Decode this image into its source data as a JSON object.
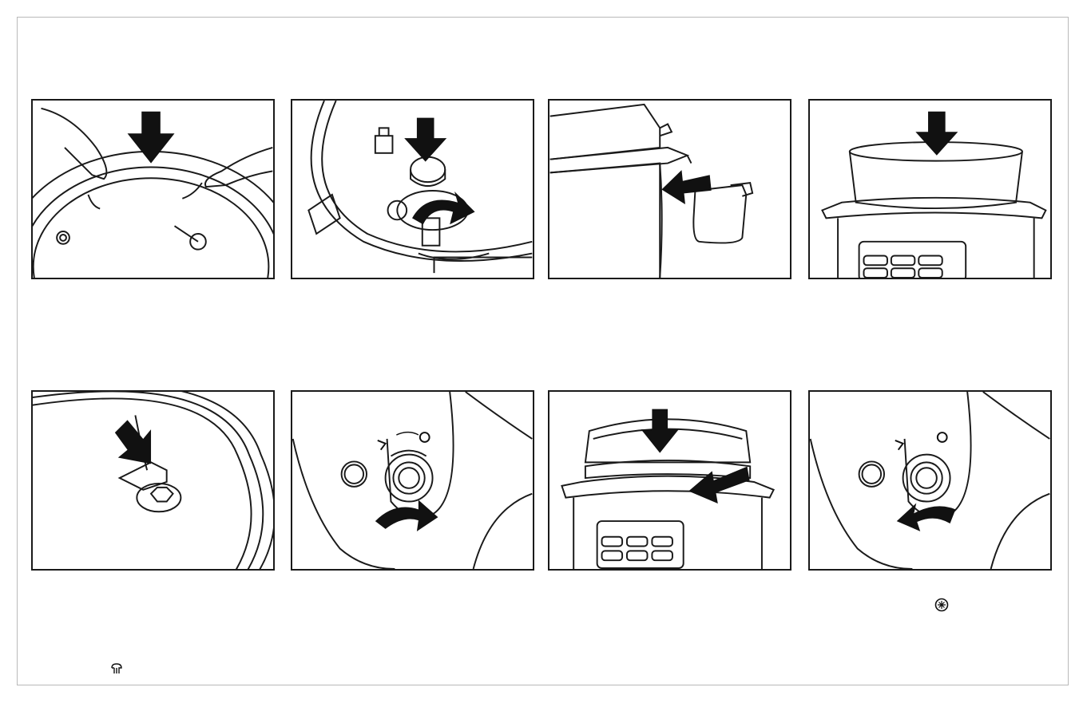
{
  "figures": [
    {
      "id": "remove-gasket",
      "icon": "gasket-arrow-down-icon"
    },
    {
      "id": "float-valve-cap",
      "icon": "valve-cap-twist-icon"
    },
    {
      "id": "condensation-cup",
      "icon": "cup-slide-in-icon"
    },
    {
      "id": "insert-pot",
      "icon": "pot-arrow-down-icon"
    },
    {
      "id": "gasket-lever",
      "icon": "gasket-press-icon"
    },
    {
      "id": "valve-knob-seal",
      "icon": "knob-turn-right-icon"
    },
    {
      "id": "close-lid",
      "icon": "lid-close-icon"
    },
    {
      "id": "valve-knob-vent",
      "icon": "knob-turn-left-icon"
    }
  ],
  "symbols": {
    "seal": "sealed-valve-icon",
    "vent": "steam-vent-icon"
  },
  "colors": {
    "line": "#1a1a1a",
    "arrow": "#111111",
    "frame": "#b9b9b9"
  }
}
